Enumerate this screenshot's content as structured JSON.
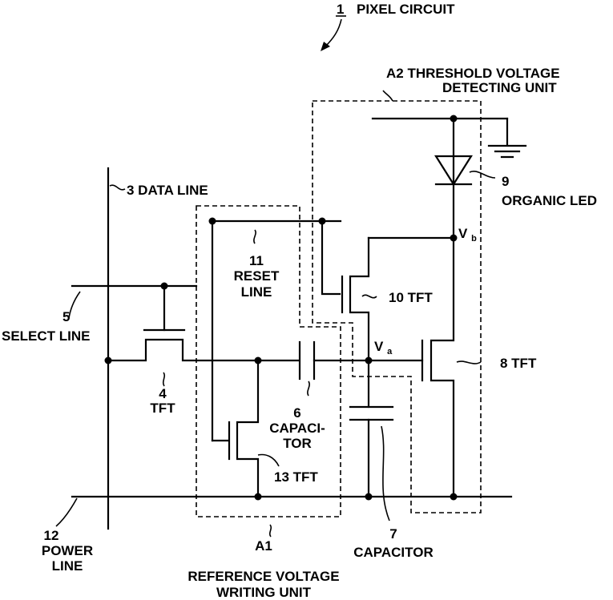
{
  "title": {
    "number": "1",
    "text": "PIXEL CIRCUIT"
  },
  "units": {
    "a2": {
      "line1": "A2 THRESHOLD VOLTAGE",
      "line2": "DETECTING UNIT"
    },
    "a1": {
      "code": "A1",
      "line1": "REFERENCE VOLTAGE",
      "line2": "WRITING UNIT"
    }
  },
  "components": {
    "data_line": "3 DATA LINE",
    "select_line": {
      "num": "5",
      "text": "SELECT LINE"
    },
    "tft4": {
      "num": "4",
      "text": "TFT"
    },
    "reset_line": {
      "num": "11",
      "line1": "RESET",
      "line2": "LINE"
    },
    "capacitor6": {
      "num": "6",
      "line1": "CAPACI-",
      "line2": "TOR"
    },
    "tft13": "13 TFT",
    "power_line": {
      "num": "12",
      "line1": "POWER",
      "line2": "LINE"
    },
    "capacitor7": {
      "num": "7",
      "text": "CAPACITOR"
    },
    "tft10": "10 TFT",
    "tft8": "8 TFT",
    "oled9": {
      "num": "9",
      "text": "ORGANIC LED"
    }
  },
  "nodes": {
    "va": "V",
    "va_sub": "a",
    "vb": "V",
    "vb_sub": "b"
  }
}
